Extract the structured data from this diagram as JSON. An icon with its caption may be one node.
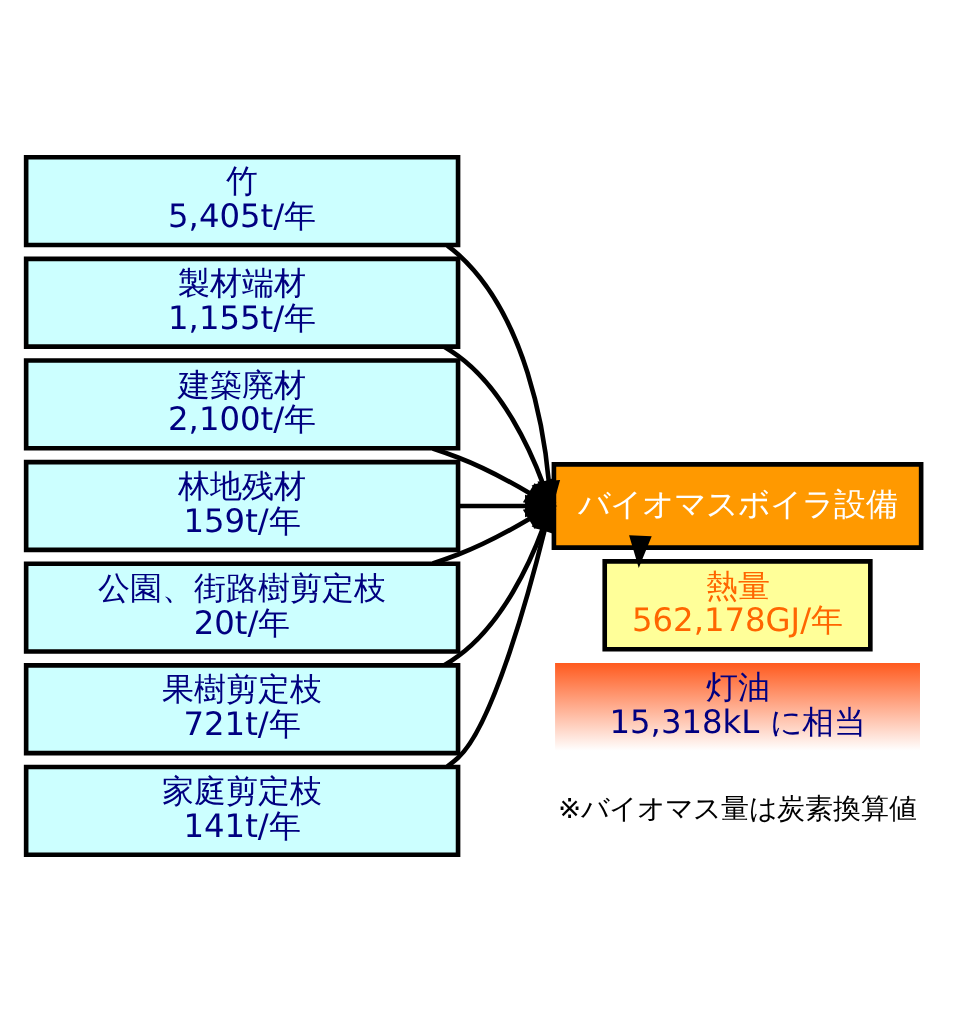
{
  "diagram": {
    "nodes": [
      {
        "text": [
          "竹",
          "5,405t/年"
        ]
      },
      {
        "text": [
          "製材端材",
          "1,155t/年"
        ]
      },
      {
        "text": [
          "建築廃材",
          "2,100t/年"
        ]
      },
      {
        "text": [
          "林地残材",
          "159t/年"
        ]
      },
      {
        "text": [
          "公園、街路樹剪定枝",
          "20t/年"
        ]
      },
      {
        "text": [
          "果樹剪定枝",
          "721t/年"
        ]
      },
      {
        "text": [
          "家庭剪定枝",
          "141t/年"
        ]
      },
      {
        "text": [
          "バイオマスボイラ設備"
        ]
      },
      {
        "text": [
          "熱量",
          "562,178GJ/年"
        ]
      },
      {
        "text": [
          "灯油",
          "15,318kL に相当"
        ]
      }
    ],
    "edges": [
      {
        "from": 0,
        "to": 7,
        "arrow": "to"
      },
      {
        "from": 1,
        "to": 7,
        "arrow": "to"
      },
      {
        "from": 2,
        "to": 7,
        "arrow": "to"
      },
      {
        "from": 3,
        "to": 7,
        "arrow": "to"
      },
      {
        "from": 4,
        "to": 7,
        "arrow": "to"
      },
      {
        "from": 5,
        "to": 7,
        "arrow": "to"
      },
      {
        "from": 6,
        "to": 7,
        "arrow": "to"
      },
      {
        "from": 7,
        "to": 8,
        "arrow": "to"
      }
    ],
    "labels": [
      "※バイオマス量は炭素換算値"
    ]
  }
}
